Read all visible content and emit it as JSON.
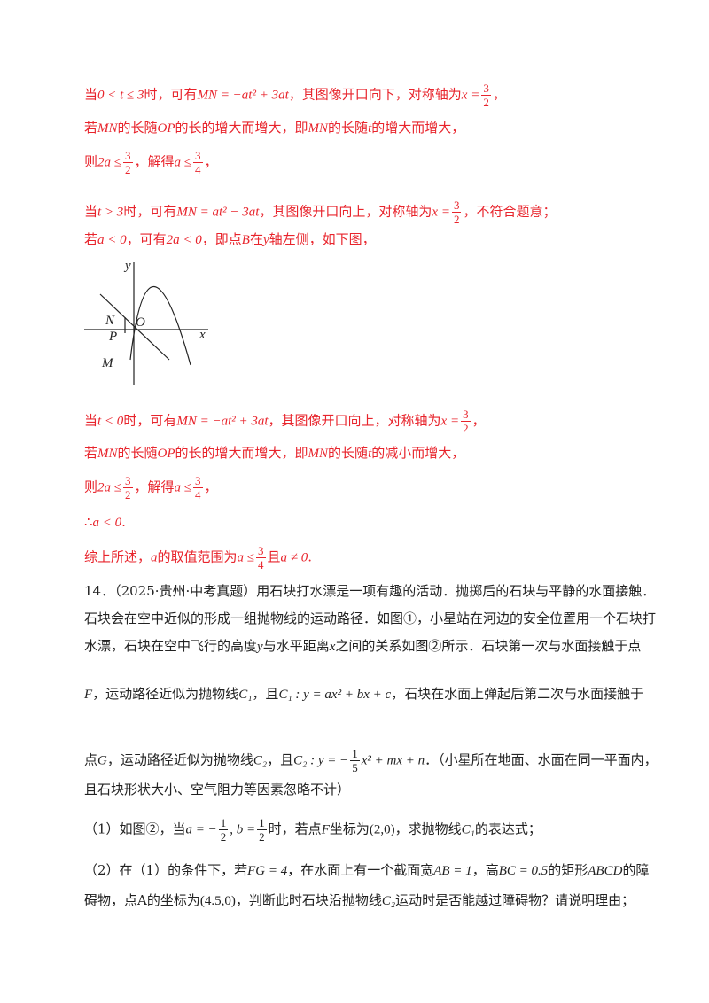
{
  "lines": {
    "l1": {
      "a": "当",
      "cond": "0 < t ≤ 3",
      "b": "时，可有",
      "eq": "MN = −at² + 3at",
      "c": "，其图像开口向下，对称轴为",
      "axis": "x =",
      "num": "3",
      "den": "2",
      "d": "，"
    },
    "l2": {
      "a": "若",
      "mn": "MN",
      "b": "的长随",
      "op": "OP",
      "c": "的长的增大而增大，即",
      "mn2": "MN",
      "d": "的长随",
      "t": "t",
      "e": "的增大而增大，"
    },
    "l3": {
      "a": "则",
      "lhs": "2a ≤",
      "num": "3",
      "den": "2",
      "b": "，解得",
      "lhs2": "a ≤",
      "num2": "3",
      "den2": "4",
      "c": "，"
    },
    "l4": {
      "a": "当",
      "cond": "t > 3",
      "b": "时，可有",
      "eq": "MN = at² − 3at",
      "c": "，其图像开口向上，对称轴为",
      "axis": "x =",
      "num": "3",
      "den": "2",
      "d": "，不符合题意；"
    },
    "l5": {
      "a": "若",
      "cond": "a < 0",
      "b": "，可有",
      "eq": "2a < 0",
      "c": "，即点",
      "pt": "B",
      "d": "在",
      "y": "y",
      "e": "轴左侧，如下图，"
    },
    "l6": {
      "a": "当",
      "cond": "t < 0",
      "b": "时，可有",
      "eq": "MN = −at² + 3at",
      "c": "，其图像开口向上，对称轴为",
      "axis": "x =",
      "num": "3",
      "den": "2",
      "d": "，"
    },
    "l7": {
      "a": "若",
      "mn": "MN",
      "b": "的长随",
      "op": "OP",
      "c": "的长的增大而增大，即",
      "mn2": "MN",
      "d": "的长随",
      "t": "t",
      "e": "的减小而增大，"
    },
    "l8": {
      "a": "则",
      "lhs": "2a ≤",
      "num": "3",
      "den": "2",
      "b": "，解得",
      "lhs2": "a ≤",
      "num2": "3",
      "den2": "4",
      "c": "，"
    },
    "l9": {
      "a": "∴",
      "eq": "a < 0",
      "b": "."
    },
    "l10": {
      "a": "综上所述，",
      "v": "a",
      "b": "的取值范围为",
      "lhs": "a ≤",
      "num": "3",
      "den": "4",
      "c": "且",
      "eq": "a ≠ 0",
      "d": "."
    }
  },
  "graph": {
    "y": "y",
    "x": "x",
    "n": "N",
    "o": "O",
    "p": "P",
    "m": "M"
  },
  "problem": {
    "p1": "14．（2025·贵州·中考真题）用石块打水漂是一项有趣的活动．抛掷后的石块与平静的水面接触．",
    "p2": "石块会在空中近似的形成一组抛物线的运动路径．如图①，小星站在河边的安全位置用一个石块打",
    "p3a": "水漂，石块在空中飞行的高度",
    "p3y": "y",
    "p3b": "与水平距离",
    "p3x": "x",
    "p3c": "之间的关系如图②所示．石块第一次与水面接触于点",
    "p4f": "F",
    "p4a": "，运动路径近似为抛物线",
    "p4c1": "C₁",
    "p4b": "，且",
    "p4eq": "C₁ : y = ax² + bx + c",
    "p4c": "，石块在水面上弹起后第二次与水面接触于",
    "p5a": "点",
    "p5g": "G",
    "p5b": "，运动路径近似为抛物线",
    "p5c2": "C₂",
    "p5c": "，且",
    "p5eq1": "C₂ : y = −",
    "p5num": "1",
    "p5den": "5",
    "p5eq2": "x² + mx + n",
    "p5d": "．（小星所在地面、水面在同一平面内，",
    "p6": "且石块形状大小、空气阻力等因素忽略不计）",
    "q1a": "（1）如图②，当",
    "q1eq1": "a = −",
    "q1n1": "1",
    "q1d1": "2",
    "q1eq2": ", b =",
    "q1n2": "1",
    "q1d2": "2",
    "q1b": "时，若点",
    "q1f": "F",
    "q1c": "坐标为",
    "q1pt": "(2,0)",
    "q1d": "，求抛物线",
    "q1c1": "C₁",
    "q1e": "的表达式；",
    "q2a": "（2）在（1）的条件下，若",
    "q2fg": "FG = 4",
    "q2b": "，在水面上有一个截面宽",
    "q2ab": "AB = 1",
    "q2c": "，高",
    "q2bc": "BC = 0.5",
    "q2d": "的矩形",
    "q2abcd": "ABCD",
    "q2e": "的障",
    "q3a": "碍物，点A的坐标为",
    "q3pt": "(4.5,0)",
    "q3b": "，判断此时石块沿抛物线",
    "q3c2": "C₂",
    "q3c": "运动时是否能越过障碍物？请说明理由；"
  }
}
